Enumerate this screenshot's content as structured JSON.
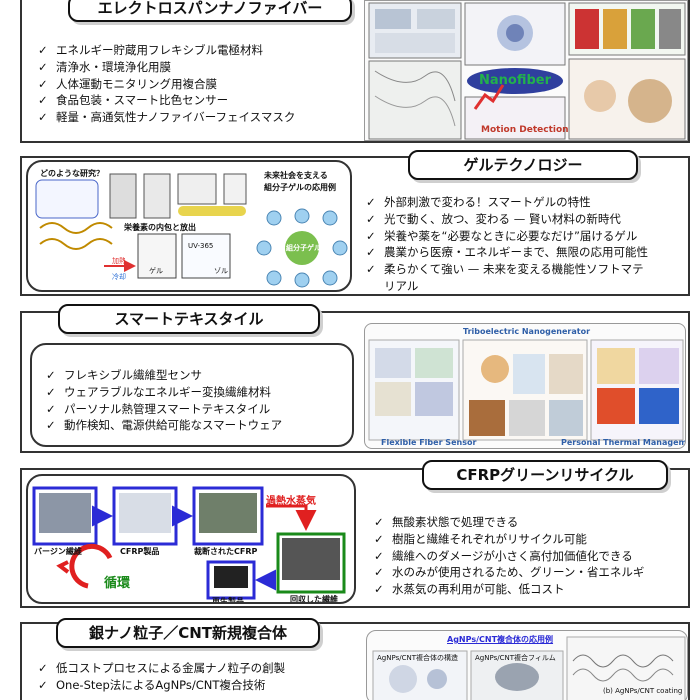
{
  "sections": {
    "electrospun": {
      "title": "エレクトロスパンナノファイバー",
      "bullets": [
        "エネルギー貯蔵用フレキシブル電極材料",
        "清浄水・環境浄化用膜",
        "人体運動モニタリング用複合膜",
        "食品包装・スマート比色センサー",
        "軽量・高通気性ナノファイバーフェイスマスク"
      ],
      "figure": {
        "center_label": "Nanofiber",
        "bottom_label": "Motion Detection"
      }
    },
    "gel": {
      "title": "ゲルテクノロジー",
      "bullets": [
        "外部刺激で変わる！スマートゲルの特性",
        "光で動く、放つ、変わる — 賢い材料の新時代",
        "栄養や薬を“必要なときに必要なだけ”届けるゲル",
        "農業から医療・エネルギーまで、無限の応用可能性",
        "柔らかくて強い — 未来を変える機能性ソフトマテ",
        "リアル"
      ],
      "figure": {
        "question": "どのような研究？",
        "future_title": "未来社会を支える",
        "future_subtitle": "組分子ゲルの応用例",
        "center": "組分子ゲル",
        "nutrient": "栄養素の内包と放出",
        "gel_word": "ゲル",
        "sol_word": "ゾル",
        "uv": "UV-365",
        "heat": "加熱",
        "cool": "冷却"
      }
    },
    "textile": {
      "title": "スマートテキスタイル",
      "bullets": [
        "フレキシブル繊維型センサ",
        "ウェアラブルなエネルギー変換繊維材料",
        "パーソナル熱管理スマートテキスタイル",
        "動作検知、電源供給可能なスマートウェア"
      ],
      "figure": {
        "top_label": "Triboelectric Nanogenerator",
        "left_label": "Flexible Fiber Sensor",
        "right_label": "Personal Thermal Management"
      }
    },
    "cfrp": {
      "title": "CFRPグリーンリサイクル",
      "bullets": [
        "無酸素状態で処理できる",
        "樹脂と繊維それぞれがリサイクル可能",
        "繊維へのダメージが小さく高付加価値化できる",
        "水のみが使用されるため、グリーン・省エネルギ",
        "水蒸気の再利用が可能、低コスト"
      ],
      "figure": {
        "virgin": "バージン繊維",
        "product": "CFRP製品",
        "crushed": "裁断されたCFRP",
        "steam": "過熱水蒸気",
        "recovered": "回収した繊維",
        "recycled": "再生製品",
        "cycle": "循環"
      }
    },
    "silver": {
      "title": "銀ナノ粒子／CNT新規複合体",
      "bullets": [
        "低コストプロセスによる金属ナノ粒子の創製",
        "One-Step法によるAgNPs/CNT複合技術"
      ],
      "figure": {
        "header": "AgNPs/CNT複合体の応用例",
        "sub1": "AgNPs/CNT複合体の構造",
        "sub2": "AgNPs/CNT複合フィルム",
        "sub3": "(b) AgNPs/CNT coating"
      }
    }
  },
  "colors": {
    "blue_frame": "#2b2bd6",
    "red_frame": "#e02020",
    "green_arrow": "#1a8a1a",
    "nanofiber_green": "#22b14c"
  }
}
